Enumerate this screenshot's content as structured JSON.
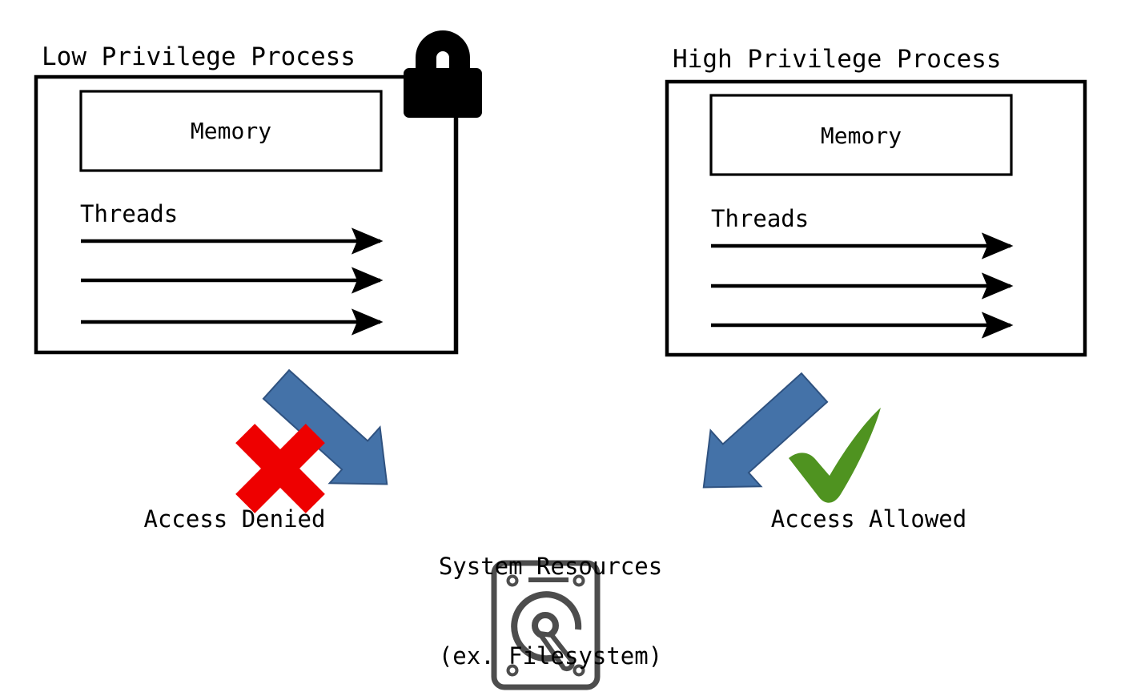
{
  "diagram": {
    "title_semantic": "privilege-separation-diagram",
    "background_color": "#ffffff",
    "ink_color": "#000000",
    "accent_colors": {
      "arrow_blue": "#4472a8",
      "arrow_blue_dark": "#3b6394",
      "deny_red": "#ee0000",
      "allow_green": "#4f9320",
      "drive_gray": "#4d4d4d"
    }
  },
  "left_process": {
    "title": "Low Privilege Process",
    "memory_label": "Memory",
    "threads_label": "Threads",
    "thread_count": 3,
    "lock_icon_name": "padlock-icon"
  },
  "right_process": {
    "title": "High Privilege Process",
    "memory_label": "Memory",
    "threads_label": "Threads",
    "thread_count": 3
  },
  "access": {
    "denied_label": "Access Denied",
    "denied_icon": "red-x-icon",
    "allowed_label": "Access Allowed",
    "allowed_icon": "green-check-icon",
    "deny_arrow_icon": "blue-arrow-down-right",
    "allow_arrow_icon": "blue-arrow-down-left"
  },
  "resource": {
    "line1": "System Resources",
    "line2": "(ex. Filesystem)",
    "icon_name": "hard-drive-icon"
  }
}
